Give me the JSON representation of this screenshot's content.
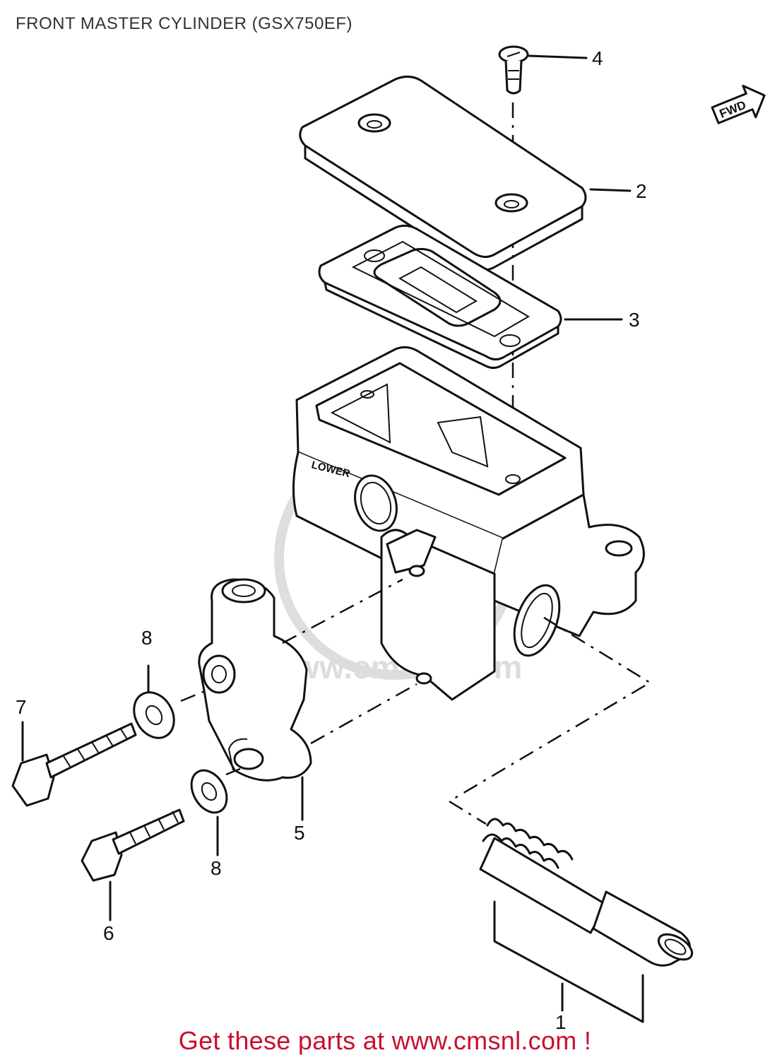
{
  "title": "FRONT MASTER CYLINDER (GSX750EF)",
  "fwd_label": "FWD",
  "cylinder_window_label": "LOWER",
  "watermark": "www.cmsnl.com",
  "callouts": {
    "p1": "1",
    "p2": "2",
    "p3": "3",
    "p4": "4",
    "p5": "5",
    "p6": "6",
    "p7": "7",
    "p8a": "8",
    "p8b": "8"
  },
  "footer": "Get these parts at www.cmsnl.com !"
}
